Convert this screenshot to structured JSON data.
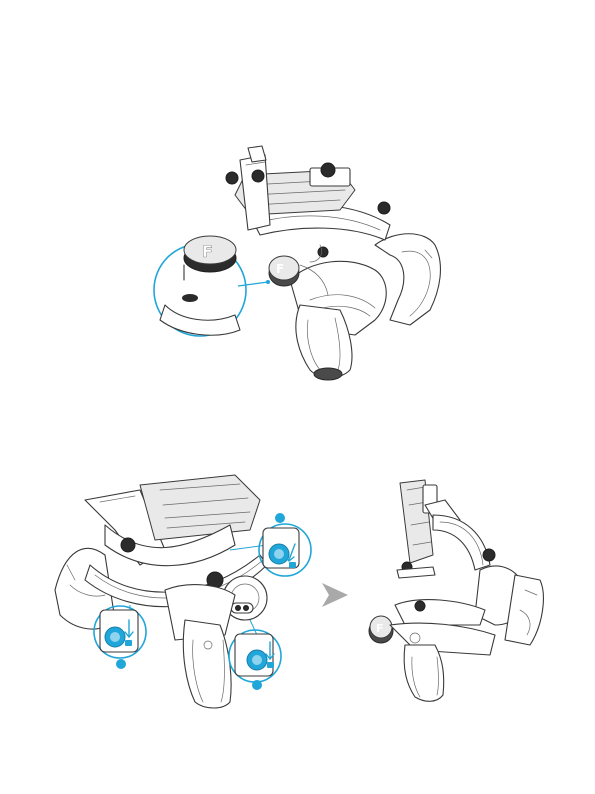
{
  "figures": {
    "top": {
      "name": "gimbal-knob-illustration"
    },
    "bottom_left": {
      "name": "gimbal-unlock-illustration"
    },
    "bottom_right": {
      "name": "gimbal-unfolded-illustration"
    }
  },
  "icons": [
    "feiyu-logo-icon",
    "unlock-arrow-icon",
    "unlock-padlock-icon",
    "right-arrow-icon"
  ],
  "colors": {
    "accent": "#20a6d8",
    "line": "#3a3a3a",
    "arrow": "#a9a9a9"
  }
}
